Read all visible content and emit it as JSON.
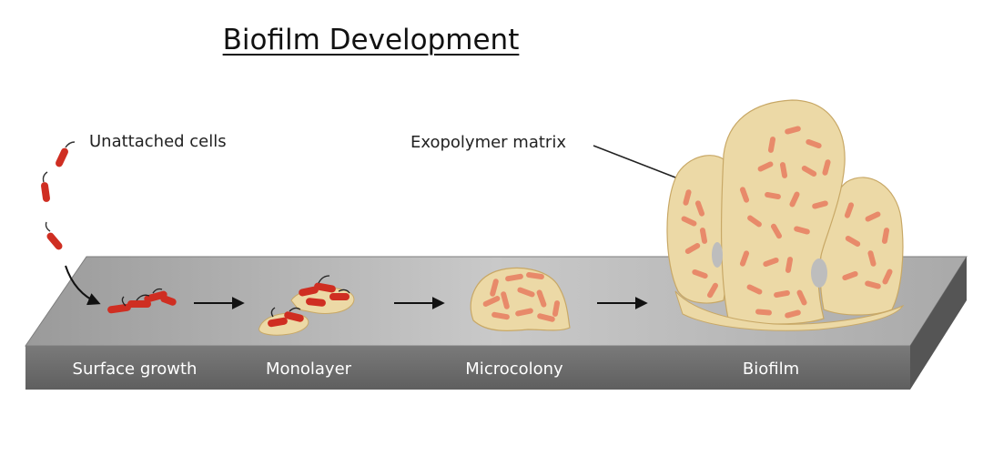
{
  "title": "Biofilm Development",
  "annotations": {
    "unattached": "Unattached cells",
    "matrix": "Exopolymer matrix"
  },
  "stages": [
    {
      "label": "Surface growth"
    },
    {
      "label": "Monolayer"
    },
    {
      "label": "Microcolony"
    },
    {
      "label": "Biofilm"
    }
  ],
  "colors": {
    "slab_top": "#b3b3b3",
    "slab_front": "#6e6e6e",
    "matrix": "#ecd9a6",
    "matrix_edge": "#c8a866",
    "cell": "#cf2e22",
    "cell_in_matrix": "#e88a6a"
  }
}
